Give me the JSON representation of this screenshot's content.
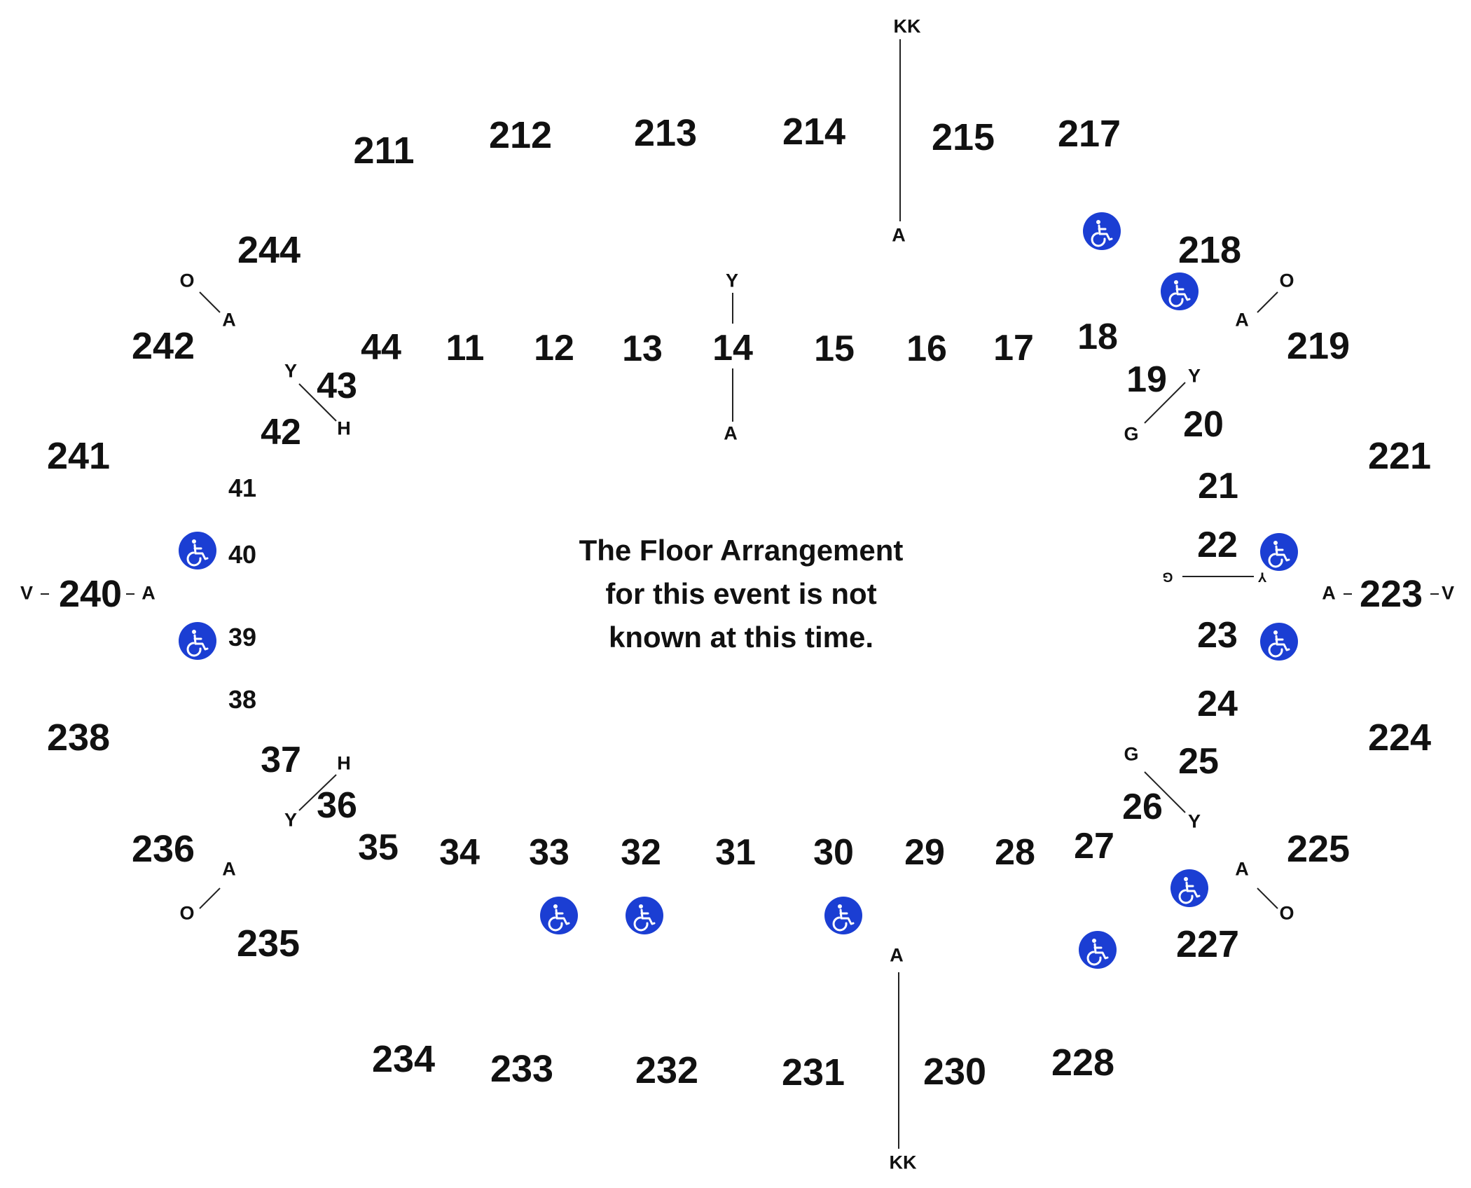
{
  "map": {
    "note_lines": [
      "The Floor Arrangement",
      "for this event is not",
      "known at this time."
    ],
    "accessible_icon": "wheelchair-icon",
    "accessible_color": "#1b3ed3",
    "upper_sections": [
      "211",
      "212",
      "213",
      "214",
      "215",
      "217",
      "218",
      "219",
      "221",
      "223",
      "224",
      "225",
      "227",
      "228",
      "230",
      "231",
      "232",
      "233",
      "234",
      "235",
      "236",
      "238",
      "240",
      "241",
      "242",
      "244"
    ],
    "lower_sections": [
      "11",
      "12",
      "13",
      "14",
      "15",
      "16",
      "17",
      "18",
      "19",
      "20",
      "21",
      "22",
      "23",
      "24",
      "25",
      "26",
      "27",
      "28",
      "29",
      "30",
      "31",
      "32",
      "33",
      "34",
      "35",
      "36",
      "37",
      "38",
      "39",
      "40",
      "41",
      "42",
      "43",
      "44"
    ],
    "aisle_markers": {
      "top_center": [
        "KK",
        "A"
      ],
      "bottom_center": [
        "A",
        "KK"
      ],
      "sec14": [
        "Y",
        "A"
      ],
      "upper_left": [
        "O",
        "A"
      ],
      "upper_right": [
        "O",
        "A"
      ],
      "lower_left": [
        "A",
        "O"
      ],
      "lower_right": [
        "A",
        "O"
      ],
      "sec43": [
        "Y",
        "H"
      ],
      "sec37": [
        "H",
        "Y"
      ],
      "sec19": [
        "Y",
        "G"
      ],
      "sec25": [
        "G",
        "Y"
      ],
      "sec22": [
        "G",
        "Y"
      ],
      "left_end": [
        "V",
        "A"
      ],
      "right_end": [
        "A",
        "V"
      ]
    }
  }
}
